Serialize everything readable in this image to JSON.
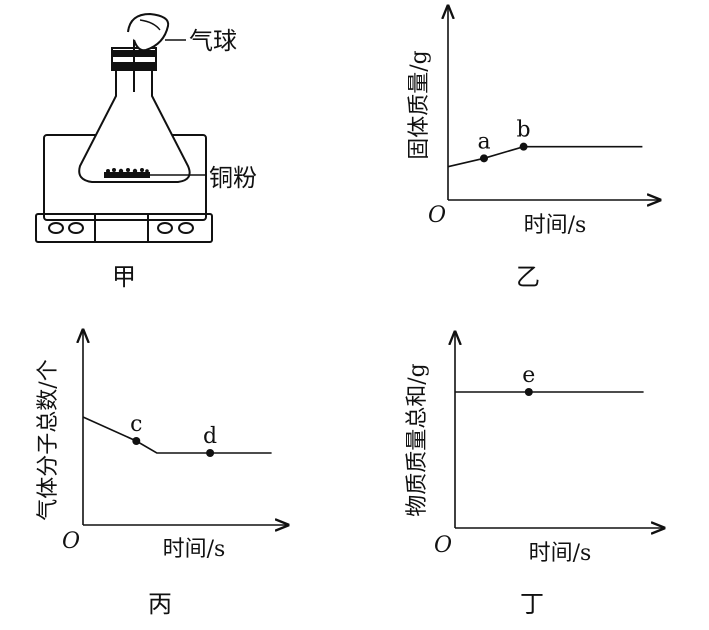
{
  "apparatus": {
    "caption": "甲",
    "balloon_label": "气球",
    "powder_label": "铜粉"
  },
  "chart_data": [
    {
      "type": "line",
      "caption": "乙",
      "xlabel": "时间/s",
      "ylabel": "固体质量/g",
      "origin": "O",
      "points": [
        {
          "label": "a",
          "x": 1.0,
          "y": 1.25
        },
        {
          "label": "b",
          "x": 2.1,
          "y": 1.6
        }
      ],
      "series": [
        {
          "x": [
            0,
            1.0,
            2.1,
            5.4
          ],
          "y": [
            1.0,
            1.25,
            1.6,
            1.6
          ]
        }
      ],
      "xlim": [
        0,
        6
      ],
      "ylim": [
        0,
        6
      ]
    },
    {
      "type": "line",
      "caption": "丙",
      "xlabel": "时间/s",
      "ylabel": "气体分子总数/个",
      "origin": "O",
      "points": [
        {
          "label": "c",
          "x": 1.3,
          "y": 2.1
        },
        {
          "label": "d",
          "x": 3.1,
          "y": 1.8
        }
      ],
      "series": [
        {
          "x": [
            0,
            1.3,
            1.8,
            4.6
          ],
          "y": [
            2.7,
            2.1,
            1.8,
            1.8
          ]
        }
      ],
      "xlim": [
        0,
        5
      ],
      "ylim": [
        0,
        5
      ]
    },
    {
      "type": "line",
      "caption": "丁",
      "xlabel": "时间/s",
      "ylabel": "物质质量总和/g",
      "origin": "O",
      "points": [
        {
          "label": "e",
          "x": 1.8,
          "y": 3.4
        }
      ],
      "series": [
        {
          "x": [
            0,
            4.6
          ],
          "y": [
            3.4,
            3.4
          ]
        }
      ],
      "xlim": [
        0,
        5
      ],
      "ylim": [
        0,
        5
      ]
    }
  ]
}
